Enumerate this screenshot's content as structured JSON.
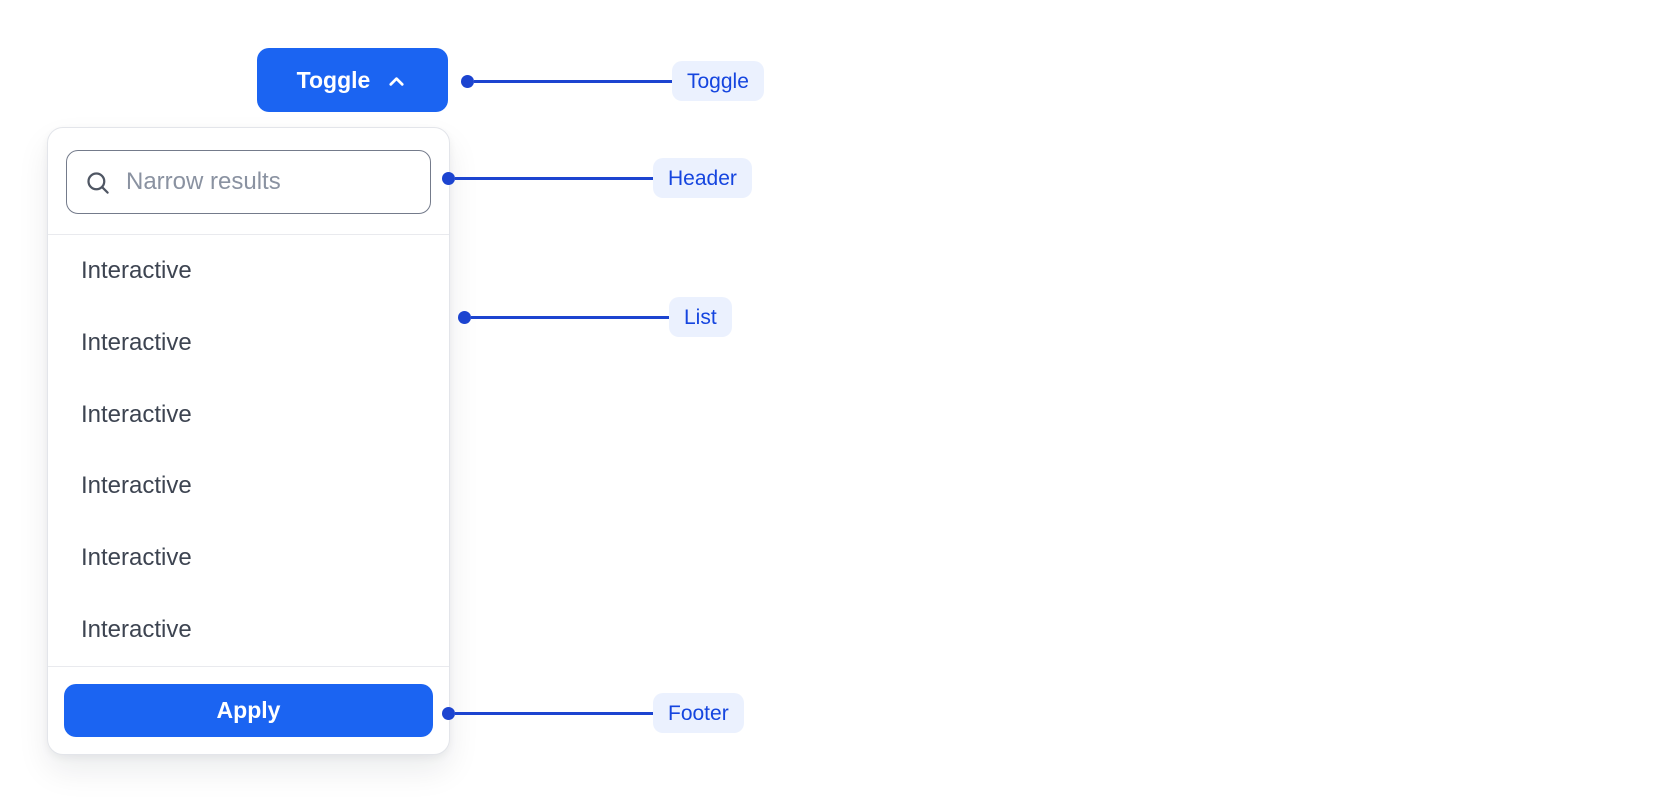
{
  "toggle_button": {
    "label": "Toggle",
    "icon": "chevron-up-icon"
  },
  "dropdown": {
    "header": {
      "icon": "search-icon",
      "search_placeholder": "Narrow results",
      "search_value": ""
    },
    "list": {
      "items": [
        {
          "label": "Interactive"
        },
        {
          "label": "Interactive"
        },
        {
          "label": "Interactive"
        },
        {
          "label": "Interactive"
        },
        {
          "label": "Interactive"
        },
        {
          "label": "Interactive"
        }
      ]
    },
    "footer": {
      "apply_label": "Apply"
    }
  },
  "annotations": [
    {
      "label": "Toggle"
    },
    {
      "label": "Header"
    },
    {
      "label": "List"
    },
    {
      "label": "Footer"
    }
  ],
  "colors": {
    "primary": "#1B64F2",
    "annotation-line": "#1C44D0",
    "pill-bg": "#EBF1FE",
    "pill-text": "#1545DF"
  }
}
